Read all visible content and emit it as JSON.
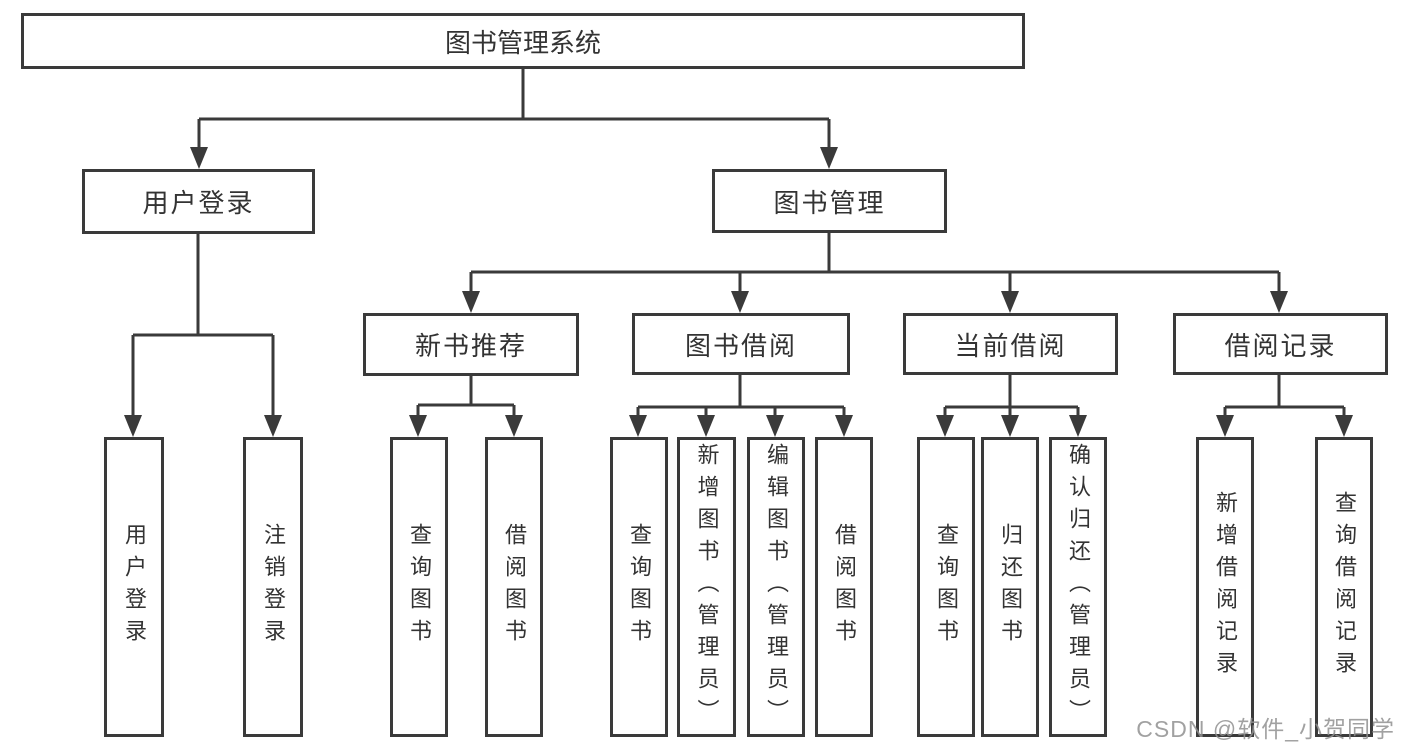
{
  "diagram": {
    "type": "hierarchy-tree",
    "line_color": "#3a3a3a",
    "text_color": "#333333",
    "background_color": "#ffffff",
    "watermark_color": "#919191",
    "root": {
      "label": "图书管理系统"
    },
    "level2": [
      {
        "label": "用户登录",
        "parent": "图书管理系统"
      },
      {
        "label": "图书管理",
        "parent": "图书管理系统"
      }
    ],
    "level3": [
      {
        "label": "新书推荐",
        "parent": "图书管理"
      },
      {
        "label": "图书借阅",
        "parent": "图书管理"
      },
      {
        "label": "当前借阅",
        "parent": "图书管理"
      },
      {
        "label": "借阅记录",
        "parent": "图书管理"
      }
    ],
    "leaves": [
      {
        "label": "用户登录",
        "parent": "用户登录"
      },
      {
        "label": "注销登录",
        "parent": "用户登录"
      },
      {
        "label": "查询图书",
        "parent": "新书推荐"
      },
      {
        "label": "借阅图书",
        "parent": "新书推荐"
      },
      {
        "label": "查询图书",
        "parent": "图书借阅"
      },
      {
        "label": "新增图书（管理员）",
        "parent": "图书借阅"
      },
      {
        "label": "编辑图书（管理员）",
        "parent": "图书借阅"
      },
      {
        "label": "借阅图书",
        "parent": "图书借阅"
      },
      {
        "label": "查询图书",
        "parent": "当前借阅"
      },
      {
        "label": "归还图书",
        "parent": "当前借阅"
      },
      {
        "label": "确认归还（管理员）",
        "parent": "当前借阅"
      },
      {
        "label": "新增借阅记录",
        "parent": "借阅记录"
      },
      {
        "label": "查询借阅记录",
        "parent": "借阅记录"
      }
    ],
    "watermark": "CSDN @软件_小贺同学"
  }
}
